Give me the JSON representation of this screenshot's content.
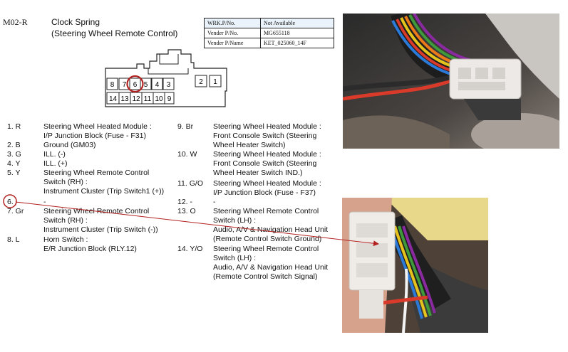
{
  "header": {
    "code": "M02-R",
    "title_line1": "Clock Spring",
    "title_line2": "(Steering Wheel Remote Control)"
  },
  "part_table": [
    {
      "label": "WRK.P/No.",
      "value": "Not Available"
    },
    {
      "label": "Vender P/No.",
      "value": "MG655118"
    },
    {
      "label": "Vender P/Name",
      "value": "KET_025060_14F"
    }
  ],
  "connector": {
    "top_row": [
      "8",
      "7",
      "6",
      "5",
      "4",
      "3"
    ],
    "bottom_row": [
      "14",
      "13",
      "12",
      "11",
      "10",
      "9"
    ],
    "right_pins": [
      "2",
      "1"
    ],
    "highlighted_pin": "6",
    "highlight_color": "#b32020"
  },
  "pins_left": [
    {
      "num": "1. R",
      "lines": [
        "Steering Wheel Heated Module :",
        "I/P Junction Block (Fuse - F31)"
      ]
    },
    {
      "num": "2. B",
      "lines": [
        "Ground (GM03)"
      ]
    },
    {
      "num": "3. G",
      "lines": [
        "ILL. (-)"
      ]
    },
    {
      "num": "4. Y",
      "lines": [
        "ILL. (+)"
      ]
    },
    {
      "num": "5. Y",
      "lines": [
        "Steering Wheel Remote Control",
        "Switch (RH) :",
        "Instrument Cluster (Trip Switch1 (+))"
      ]
    },
    {
      "num": "6.",
      "lines": [
        "-"
      ]
    },
    {
      "num": "7. Gr",
      "lines": [
        "Steering Wheel Remote Control",
        "Switch (RH) :",
        "Instrument Cluster (Trip Switch (-))"
      ]
    },
    {
      "num": "8. L",
      "lines": [
        "Horn Switch :",
        "E/R Junction Block (RLY.12)"
      ]
    }
  ],
  "pins_right": [
    {
      "num": "9. Br",
      "lines": [
        "Steering Wheel Heated Module :",
        "Front Console Switch (Steering",
        "Wheel Heater Switch)"
      ]
    },
    {
      "num": "10. W",
      "lines": [
        "Steering Wheel Heated Module :",
        "Front Console Switch (Steering",
        "Wheel Heater Switch IND.)"
      ]
    },
    {
      "num": "11. G/O",
      "lines": [
        "Steering Wheel Heated Module :",
        "I/P Junction Block (Fuse - F37)"
      ]
    },
    {
      "num": "12. -",
      "lines": [
        "-"
      ]
    },
    {
      "num": "13. O",
      "lines": [
        "Steering Wheel Remote Control",
        "Switch (LH) :",
        "Audio, A/V & Navigation Head Unit",
        "(Remote Control Switch Ground)"
      ]
    },
    {
      "num": "14. Y/O",
      "lines": [
        "Steering Wheel Remote Control",
        "Switch (LH) :",
        "Audio, A/V & Navigation Head Unit",
        "(Remote Control Switch Signal)"
      ]
    }
  ],
  "annotation": {
    "arrow_color": "#b32020"
  }
}
